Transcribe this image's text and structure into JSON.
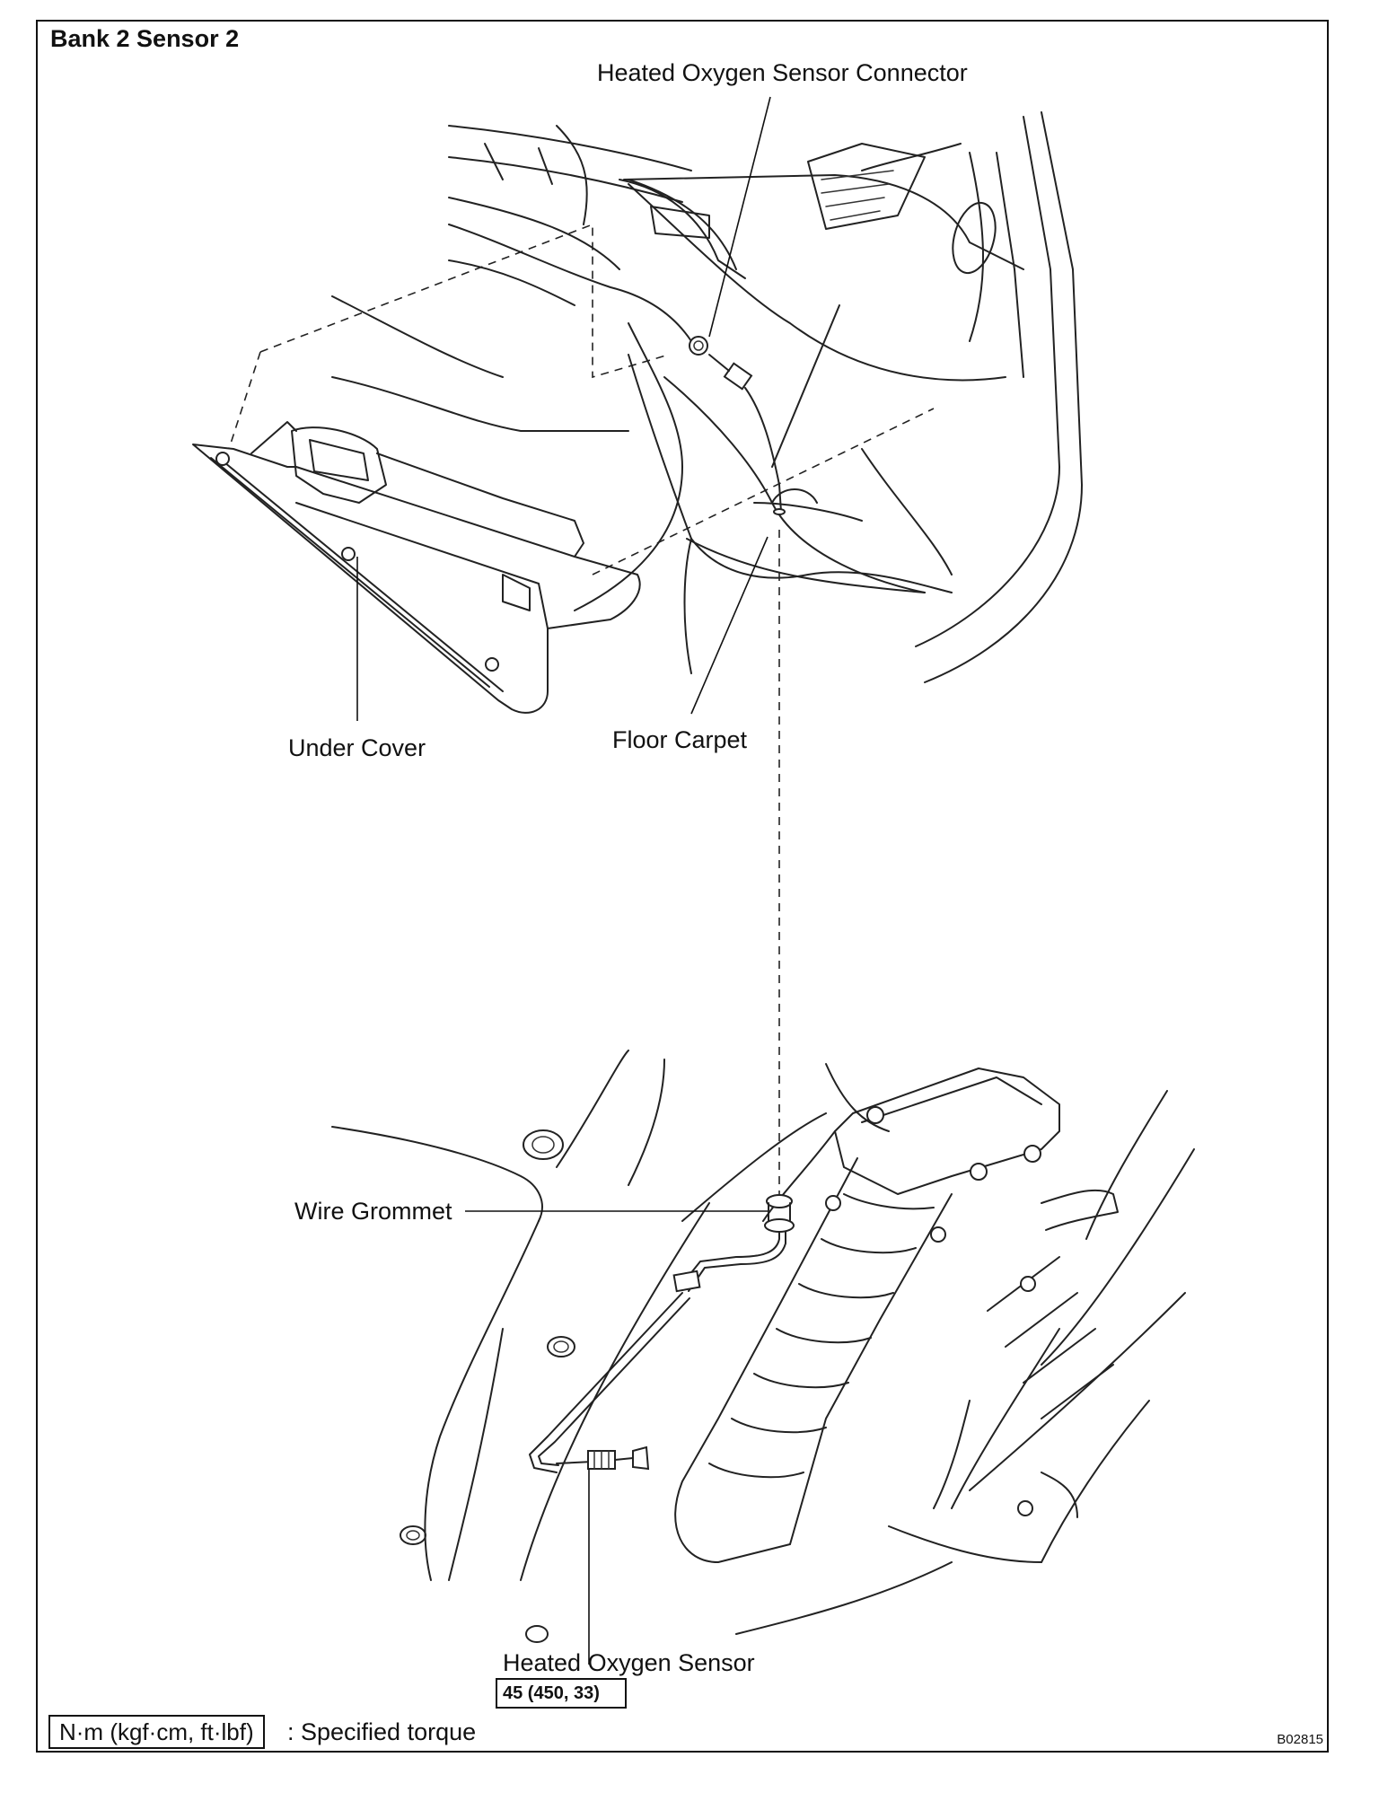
{
  "title": "Bank 2 Sensor 2",
  "labels": {
    "connector": "Heated Oxygen Sensor Connector",
    "under_cover": "Under Cover",
    "floor_carpet": "Floor Carpet",
    "wire_grommet": "Wire Grommet",
    "sensor": "Heated Oxygen Sensor"
  },
  "torque": {
    "value": "45 (450, 33)",
    "units_box": "N·m (kgf·cm, ft·lbf)",
    "legend_text": ": Specified torque"
  },
  "figure_code": "B02815"
}
